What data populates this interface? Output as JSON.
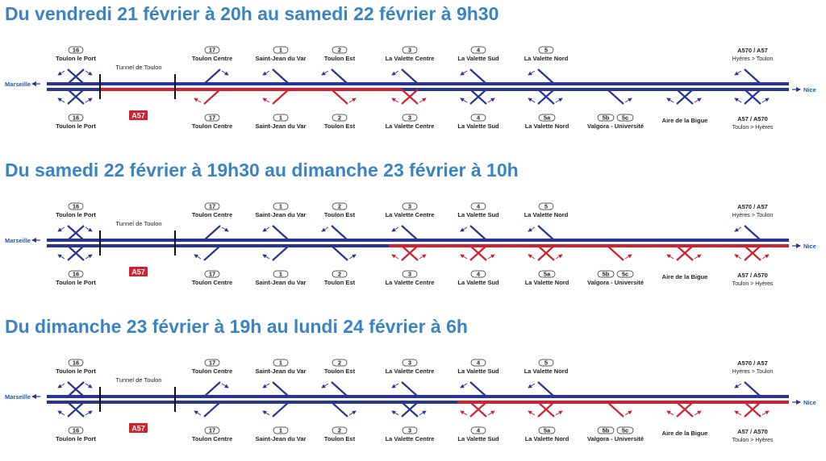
{
  "colors": {
    "title": "#3a84c4",
    "road": "#283593",
    "closed": "#d32030",
    "badge": "#d32030",
    "label_blue": "#1f5aa6"
  },
  "labels": {
    "marseille": "Marseille",
    "nice": "Nice",
    "tunnel": "Tunnel de Toulon",
    "badge": "A57"
  },
  "exits": {
    "ex16": {
      "num": "16",
      "name": "Toulon le Port"
    },
    "ex17": {
      "num": "17",
      "name": "Toulon Centre"
    },
    "ex1": {
      "num": "1",
      "name": "Saint-Jean du Var"
    },
    "ex2": {
      "num": "2",
      "name": "Toulon Est"
    },
    "ex3": {
      "num": "3",
      "name": "La Valette Centre"
    },
    "ex4": {
      "num": "4",
      "name": "La Valette Sud"
    },
    "ex5": {
      "num": "5",
      "name": "La Valette Nord"
    },
    "ex5a": {
      "num": "5a",
      "name": "La Valette Nord"
    },
    "ex5b": {
      "num": "5b"
    },
    "ex5c": {
      "num": "5c",
      "name": "Valgora - Université"
    },
    "aire": {
      "name": "Aire de la Bigue"
    },
    "a570_top": {
      "name": "A570 / A57",
      "sub": "Hyères > Toulon"
    },
    "a57_bot": {
      "name": "A57 / A570",
      "sub": "Toulon > Hyères"
    }
  },
  "sections": [
    {
      "title": "Du vendredi 21 février à 20h au samedi 22 février à 9h30",
      "closure": {
        "lane": "bottom",
        "from_exit": "Toulon le Port",
        "to_exit": "La Valette Centre"
      },
      "closed_ramps": [
        "Toulon Centre",
        "Saint-Jean du Var",
        "Toulon Est",
        "La Valette Centre"
      ]
    },
    {
      "title": "Du samedi 22 février à 19h30 au dimanche 23 février à 10h",
      "closure": {
        "lane": "bottom",
        "from_exit": "La Valette Centre",
        "to_exit": "Nice"
      },
      "closed_ramps": [
        "La Valette Centre",
        "La Valette Sud",
        "La Valette Nord",
        "Valgora - Université",
        "Aire de la Bigue",
        "A57 / A570"
      ]
    },
    {
      "title": "Du dimanche 23 février à 19h au lundi 24 février à 6h",
      "closure": {
        "lane": "bottom",
        "from_exit": "La Valette Sud",
        "to_exit": "Nice"
      },
      "closed_ramps": [
        "La Valette Sud",
        "La Valette Nord",
        "Valgora - Université",
        "Aire de la Bigue",
        "A57 / A570"
      ]
    }
  ]
}
